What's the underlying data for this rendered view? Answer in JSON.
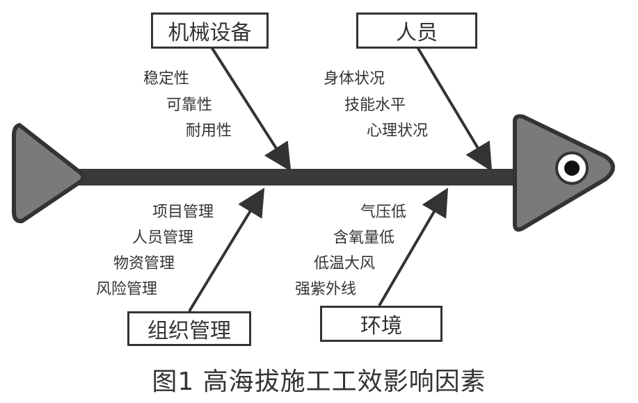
{
  "categories": {
    "equipment": {
      "label": "机械设备",
      "causes": [
        "稳定性",
        "可靠性",
        "耐用性"
      ]
    },
    "personnel": {
      "label": "人员",
      "causes": [
        "身体状况",
        "技能水平",
        "心理状况"
      ]
    },
    "management": {
      "label": "组织管理",
      "causes": [
        "项目管理",
        "人员管理",
        "物资管理",
        "风险管理"
      ]
    },
    "environment": {
      "label": "环境",
      "causes": [
        "气压低",
        "含氧量低",
        "低温大风",
        "强紫外线"
      ]
    }
  },
  "caption": "图1   高海拔施工工效影响因素",
  "colors": {
    "stroke": "#333333",
    "fish_fill": "#7a7a7a",
    "spine": "#3a3a3a"
  }
}
